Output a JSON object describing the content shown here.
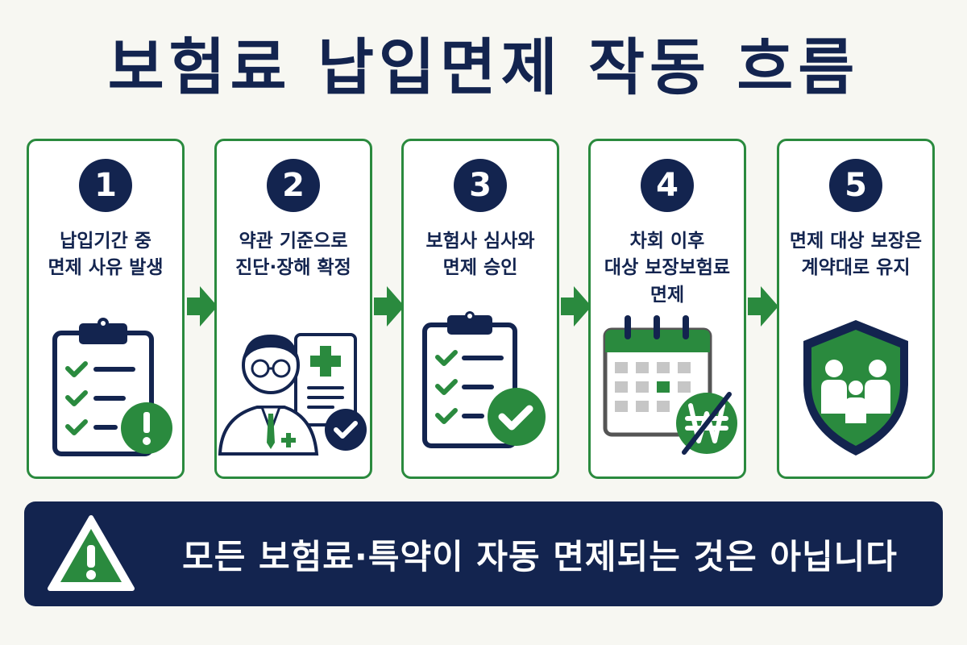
{
  "title": "보험료 납입면제 작동 흐름",
  "steps": [
    {
      "number": "1",
      "lines": [
        "납입기간 중",
        "면제 사유 발생"
      ],
      "icon": "clipboard-alert-icon"
    },
    {
      "number": "2",
      "lines": [
        "약관 기준으로",
        "진단·장해 확정"
      ],
      "icon": "doctor-document-icon"
    },
    {
      "number": "3",
      "lines": [
        "보험사 심사와",
        "면제 승인"
      ],
      "icon": "clipboard-check-icon"
    },
    {
      "number": "4",
      "lines": [
        "차회 이후",
        "대상 보장보험료",
        "면제"
      ],
      "icon": "calendar-no-payment-icon"
    },
    {
      "number": "5",
      "lines": [
        "면제 대상 보장은",
        "계약대로 유지"
      ],
      "icon": "family-shield-icon"
    }
  ],
  "banner": {
    "text": "모든 보험료·특약이 자동 면제되는 것은 아닙니다",
    "icon": "warning-triangle-icon"
  },
  "colors": {
    "navy": "#13244f",
    "green": "#2a8a3e",
    "background": "#f7f7f2"
  }
}
